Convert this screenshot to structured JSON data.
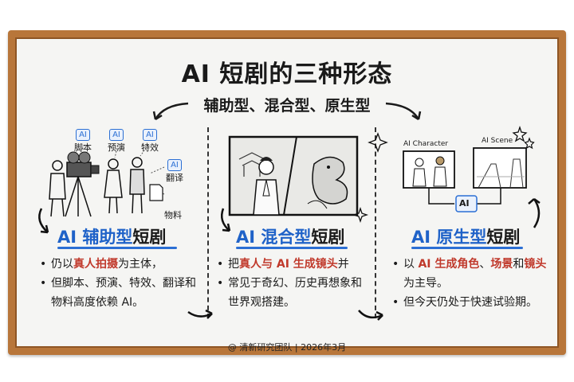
{
  "title": "AI 短剧的三种形态",
  "subtitle": "辅助型、混合型、原生型",
  "sections": [
    {
      "heading_blue": "AI 辅助型",
      "heading_rest": "短剧",
      "ai_tags": [
        "脚本",
        "预演",
        "特效",
        "翻译",
        "物料"
      ],
      "ai_badge": "AI",
      "bullets": [
        {
          "before": "仍以",
          "highlight": "真人拍摄",
          "after": "为主体，"
        },
        {
          "text": "但脚本、预演、特效、翻译和物料高度依赖 AI。"
        }
      ]
    },
    {
      "heading_blue": "AI 混合型",
      "heading_rest": "短剧",
      "bullets": [
        {
          "before": "把",
          "highlight": "真人与 AI 生成镜头",
          "after": "并"
        },
        {
          "text": "常见于奇幻、历史再想象和世界观搭建。"
        }
      ]
    },
    {
      "heading_blue": "AI 原生型",
      "heading_rest": "短剧",
      "img_labels": {
        "character": "AI Character",
        "scene": "AI Scene",
        "center": "AI"
      },
      "bullets": [
        {
          "before": "以 ",
          "h1": "AI 生成角色",
          "mid1": "、",
          "h2": "场景",
          "mid2": "和",
          "h3": "镜头",
          "after": "为主导。"
        },
        {
          "text": "但今天仍处于快速试验期。"
        }
      ]
    }
  ],
  "footer": "@ 清新研究团队 | 2026年3月",
  "colors": {
    "accent_blue": "#1f62c8",
    "highlight_red": "#c0392b",
    "frame": "#b8763a"
  }
}
